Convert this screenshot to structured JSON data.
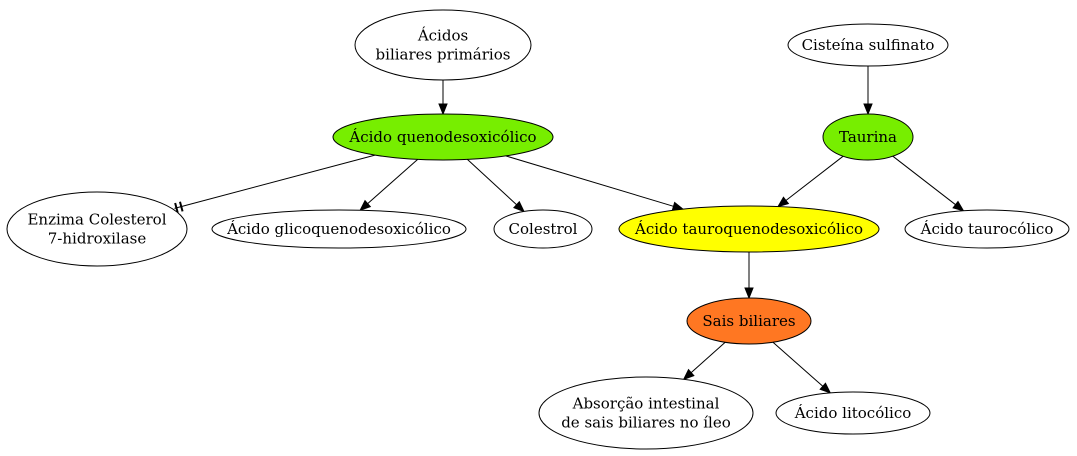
{
  "colors": {
    "background": "#ffffff",
    "default_fill": "#ffffff",
    "green": "#77ee00",
    "yellow": "#ffff00",
    "orange": "#ff7722",
    "stroke": "#000000"
  },
  "nodes": [
    {
      "id": "acidos_primarios",
      "lines": [
        "Ácidos",
        "biliares primários"
      ],
      "fill": "#ffffff"
    },
    {
      "id": "cisteina",
      "lines": [
        "Cisteína sulfinato"
      ],
      "fill": "#ffffff"
    },
    {
      "id": "quenodesoxicolico",
      "lines": [
        "Ácido quenodesoxicólico"
      ],
      "fill": "#77ee00"
    },
    {
      "id": "taurina",
      "lines": [
        "Taurina"
      ],
      "fill": "#77ee00"
    },
    {
      "id": "enzima",
      "lines": [
        "Enzima Colesterol",
        "7-hidroxilase"
      ],
      "fill": "#ffffff"
    },
    {
      "id": "glicoquenodesoxicolico",
      "lines": [
        "Ácido glicoquenodesoxicólico"
      ],
      "fill": "#ffffff"
    },
    {
      "id": "colestrol",
      "lines": [
        "Colestrol"
      ],
      "fill": "#ffffff"
    },
    {
      "id": "tauroquenodesoxicolico",
      "lines": [
        "Ácido tauroquenodesoxicólico"
      ],
      "fill": "#ffff00"
    },
    {
      "id": "taurocolico",
      "lines": [
        "Ácido taurocólico"
      ],
      "fill": "#ffffff"
    },
    {
      "id": "sais_biliares",
      "lines": [
        "Sais biliares"
      ],
      "fill": "#ff7722"
    },
    {
      "id": "absorcao",
      "lines": [
        "Absorção intestinal",
        "de sais biliares no íleo"
      ],
      "fill": "#ffffff"
    },
    {
      "id": "litocolico",
      "lines": [
        "Ácido litocólico"
      ],
      "fill": "#ffffff"
    }
  ],
  "edges": [
    {
      "from": "acidos_primarios",
      "to": "quenodesoxicolico",
      "head": "arrow"
    },
    {
      "from": "cisteina",
      "to": "taurina",
      "head": "arrow"
    },
    {
      "from": "quenodesoxicolico",
      "to": "enzima",
      "head": "tee"
    },
    {
      "from": "quenodesoxicolico",
      "to": "glicoquenodesoxicolico",
      "head": "arrow"
    },
    {
      "from": "quenodesoxicolico",
      "to": "colestrol",
      "head": "arrow"
    },
    {
      "from": "quenodesoxicolico",
      "to": "tauroquenodesoxicolico",
      "head": "arrow"
    },
    {
      "from": "taurina",
      "to": "tauroquenodesoxicolico",
      "head": "arrow"
    },
    {
      "from": "taurina",
      "to": "taurocolico",
      "head": "arrow"
    },
    {
      "from": "tauroquenodesoxicolico",
      "to": "sais_biliares",
      "head": "arrow"
    },
    {
      "from": "sais_biliares",
      "to": "absorcao",
      "head": "arrow"
    },
    {
      "from": "sais_biliares",
      "to": "litocolico",
      "head": "arrow"
    }
  ]
}
